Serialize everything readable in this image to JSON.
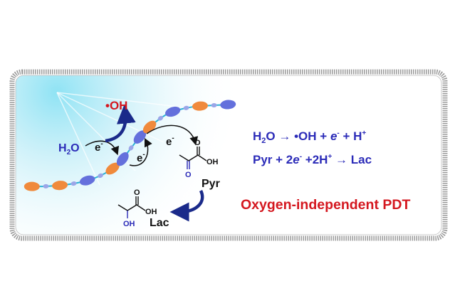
{
  "diagram": {
    "radical": "•OH",
    "water": {
      "main": "H",
      "sub": "2",
      "tail": "O"
    },
    "electron_labels": [
      "e",
      "e",
      "e"
    ],
    "electron_sup": "-",
    "pyruvate": {
      "label": "Pyr",
      "oh": "OH",
      "o_top": "O",
      "o_keto": "O"
    },
    "lactate": {
      "label": "Lac",
      "oh": "OH",
      "o_top": "O",
      "oh_side": "OH"
    },
    "equations": {
      "eq1": {
        "h": "H",
        "sub": "2",
        "o": "O",
        "arrow": "→",
        "radical": "•OH + ",
        "e": "e",
        "esup": "-",
        "rest": " + H",
        "hsup": "+"
      },
      "eq2": {
        "pyr": "Pyr + 2",
        "e": "e",
        "esup": "-",
        "mid": " +2H",
        "hsup": "+",
        "arrow": " → ",
        "lac": "Lac"
      }
    },
    "headline": "Oxygen-independent PDT",
    "colors": {
      "blue_text": "#2b2bb8",
      "red_text": "#d4171f",
      "orange_bead": "#f08a3c",
      "blue_bead": "#6470dc",
      "glow": "#aee8f5"
    }
  }
}
